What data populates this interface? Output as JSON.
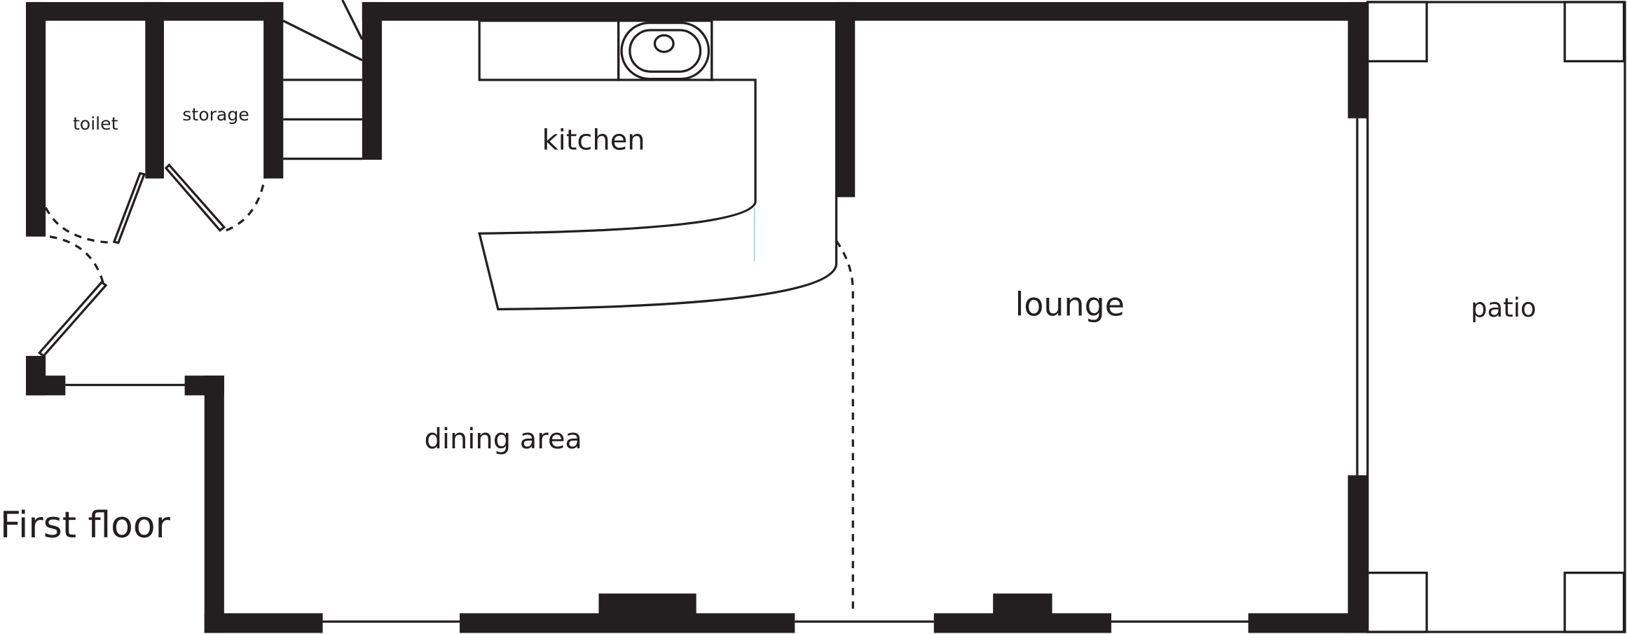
{
  "plan": {
    "title": "First floor",
    "rooms": {
      "toilet": "toilet",
      "storage": "storage",
      "kitchen": "kitchen",
      "lounge": "lounge",
      "patio": "patio",
      "dining": "dining area"
    }
  },
  "colors": {
    "wall": "#231f20",
    "background": "#ffffff"
  }
}
